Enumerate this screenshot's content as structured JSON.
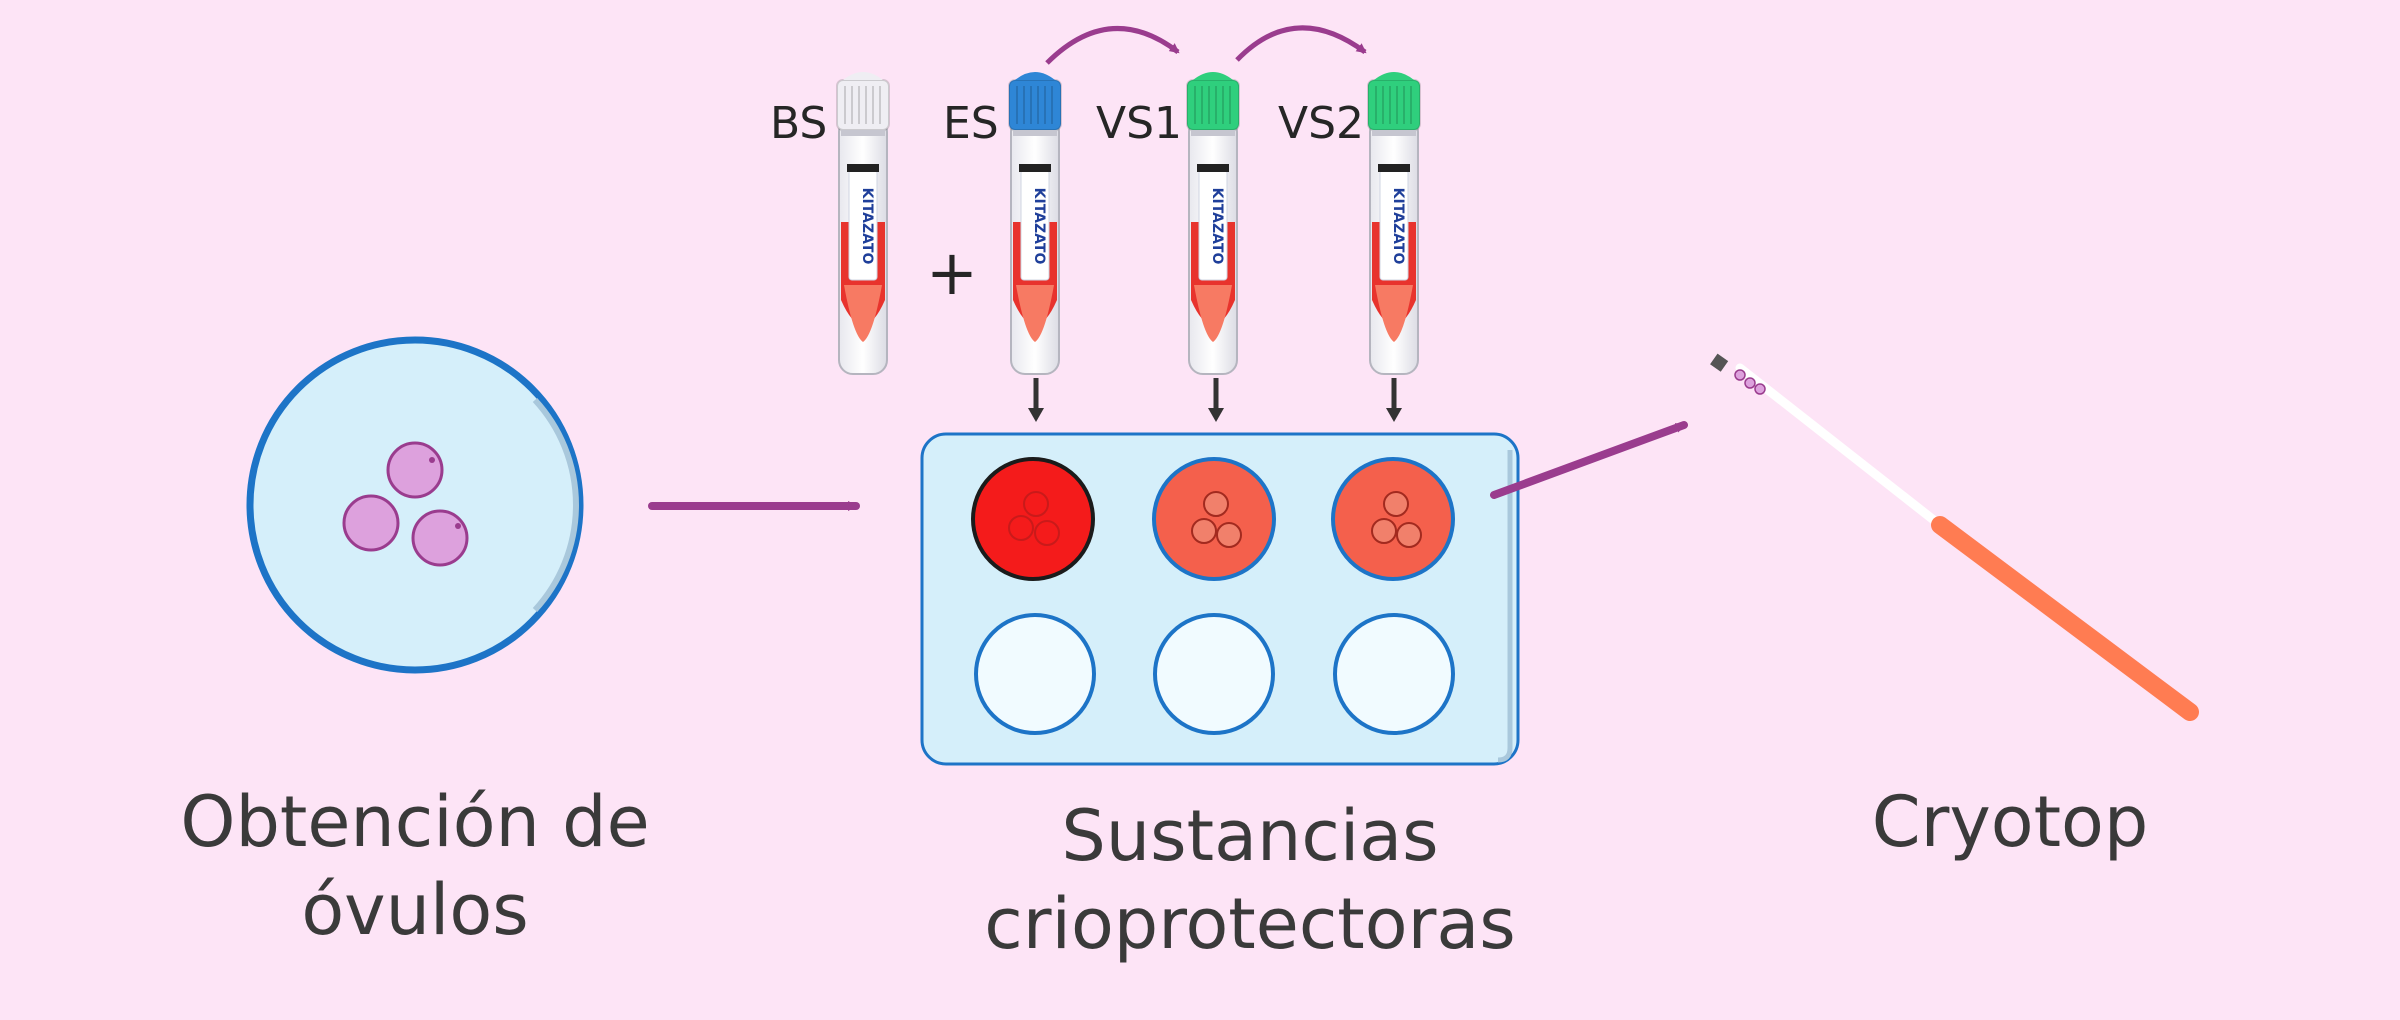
{
  "captions": {
    "oocytes": [
      "Obtención de",
      "óvulos"
    ],
    "substances": [
      "Sustancias",
      "crioprotectoras"
    ],
    "device": [
      "Cryotop"
    ]
  },
  "tubes": [
    {
      "label": "BS",
      "cap_color": "#efeef3",
      "brand": "KITAZATO"
    },
    {
      "label": "ES",
      "cap_color": "#2e86d6",
      "brand": "KITAZATO"
    },
    {
      "label": "VS1",
      "cap_color": "#2fcf7d",
      "brand": "KITAZATO"
    },
    {
      "label": "VS2",
      "cap_color": "#2fcf7d",
      "brand": "KITAZATO"
    }
  ],
  "plus_sign": "+",
  "colors": {
    "background": "#fde4f6",
    "dish_fill": "#d5effa",
    "dish_stroke": "#1d74c7",
    "arrow": "#9a3c8e",
    "well_red": "#f41b1b",
    "well_salmon": "#f4604c",
    "oocyte": "#dda1dd",
    "cryotop_handle": "#ff7c52"
  },
  "icons": [
    "petri-dish-icon",
    "oocyte-icon",
    "test-tube-icon",
    "well-plate-icon",
    "cryotop-icon",
    "arrow-right-icon",
    "arrow-down-icon",
    "curved-arrow-icon"
  ]
}
